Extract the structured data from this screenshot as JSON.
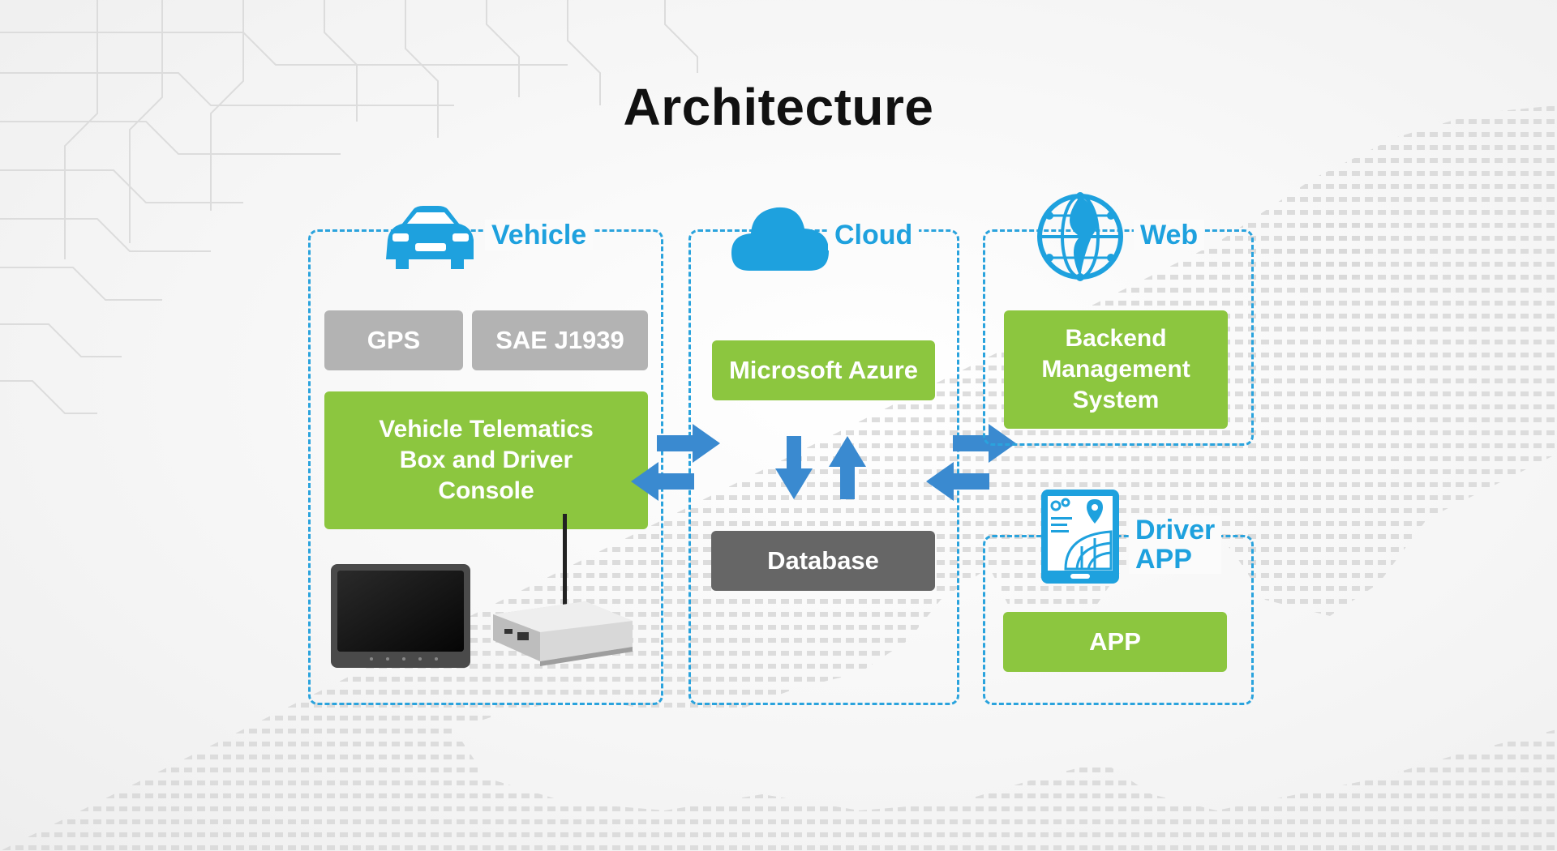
{
  "title": "Architecture",
  "panels": {
    "vehicle": {
      "label": "Vehicle",
      "gps": "GPS",
      "sae": "SAE J1939",
      "telematics": "Vehicle Telematics Box and Driver Console"
    },
    "cloud": {
      "label": "Cloud",
      "azure": "Microsoft Azure",
      "database": "Database"
    },
    "web": {
      "label": "Web",
      "backend": "Backend Management System"
    },
    "driver_app": {
      "label_line1": "Driver",
      "label_line2": "APP",
      "app": "APP"
    }
  },
  "colors": {
    "accent": "#1ea1de",
    "green": "#8cc63f",
    "gray": "#b3b3b3",
    "dark": "#666666",
    "arrow": "#3a8ad0"
  },
  "icons": [
    "car-icon",
    "cloud-icon",
    "globe-icon",
    "tablet-map-icon",
    "display-monitor-device",
    "router-device"
  ]
}
